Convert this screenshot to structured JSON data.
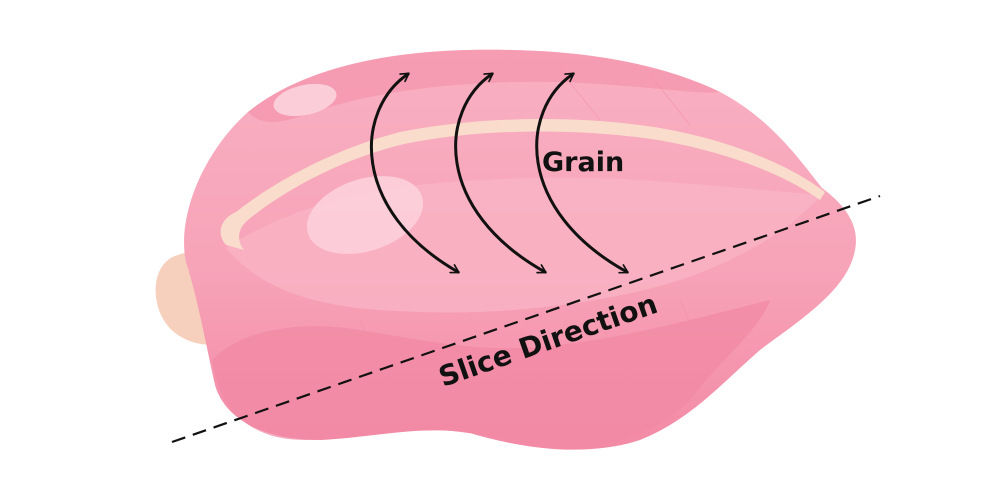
{
  "labels": {
    "grain": "Grain",
    "slice_direction": "Slice Direction"
  },
  "colors": {
    "background": "#ffffff",
    "meat_main": "#f7a3b8",
    "meat_light": "#fbc2cf",
    "meat_dark": "#f07f9b",
    "meat_shadow": "#ef8aa3",
    "fat_cap": "#f7cfbd",
    "fat_stripe": "#f9dccc",
    "ink": "#111111"
  },
  "icons": {
    "grain_arrows": "curved-arrow-icon",
    "slice_line": "dashed-line"
  }
}
